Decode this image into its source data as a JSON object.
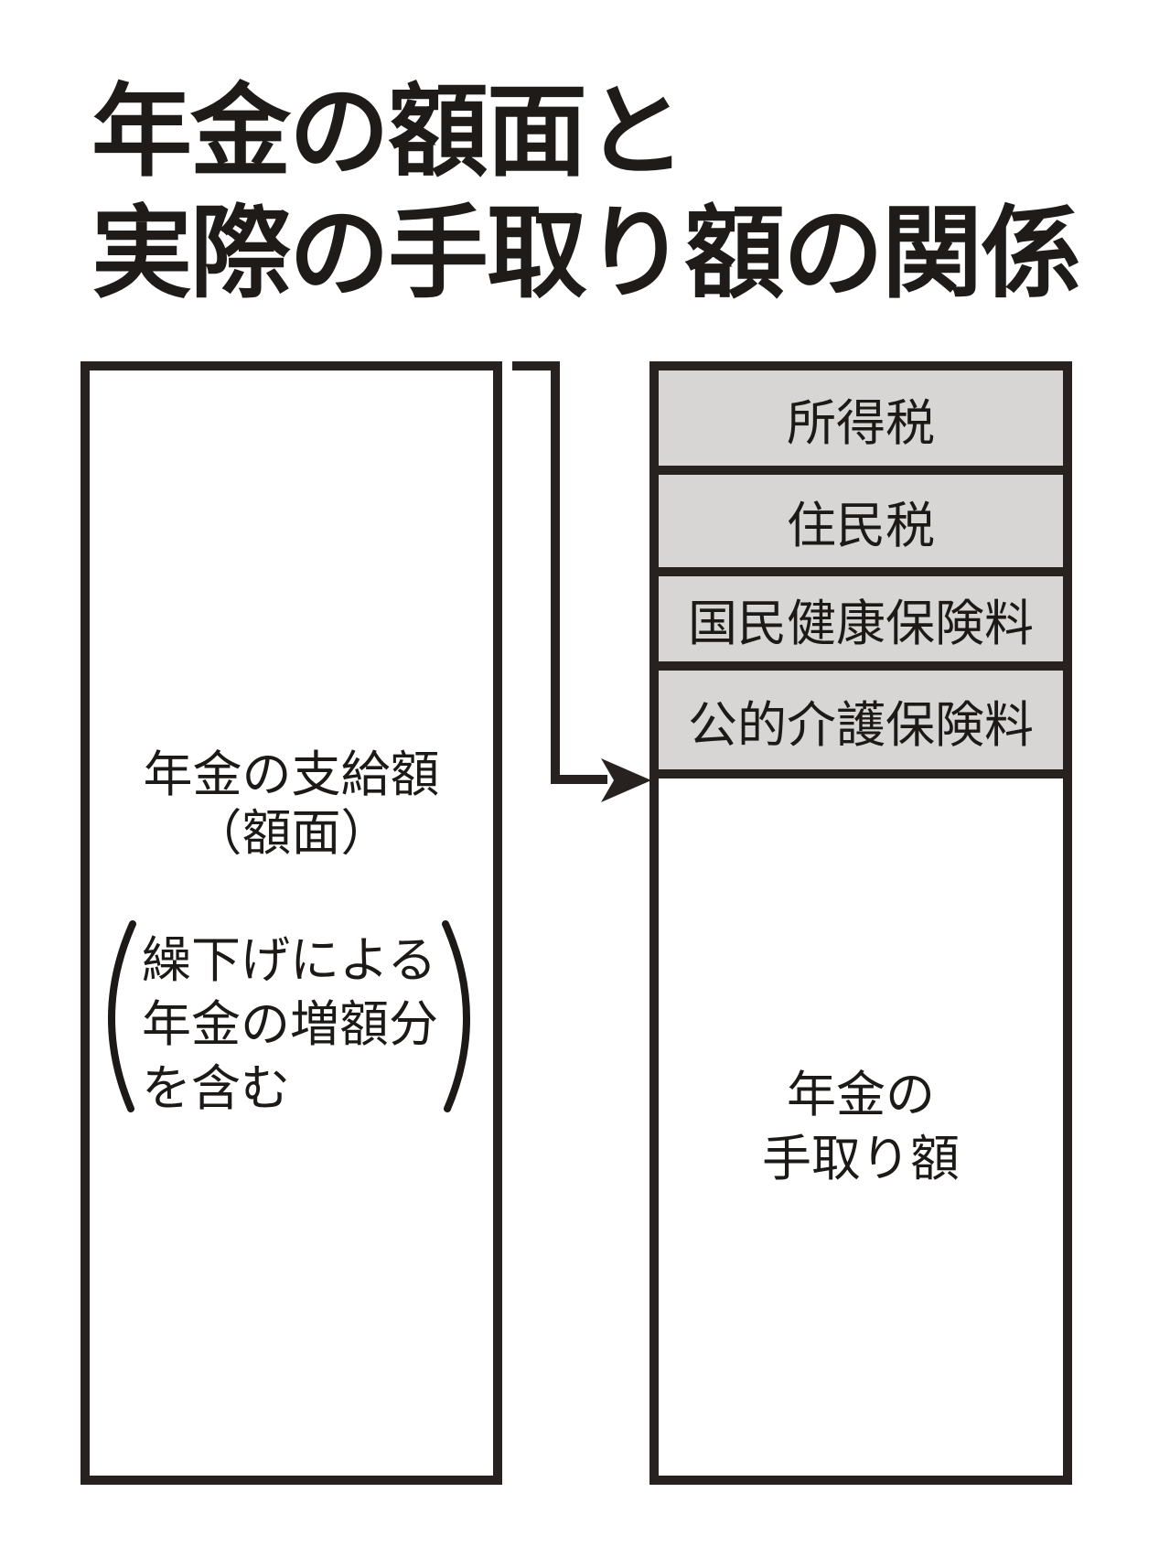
{
  "title": {
    "line1": "年金の額面と",
    "line2": "実際の手取り額の関係"
  },
  "left_box": {
    "label_line1": "年金の支給額",
    "label_line2": "（額面）",
    "note_lines": [
      "繰下げによる",
      "年金の増額分",
      "を含む"
    ]
  },
  "right_box": {
    "deductions": [
      {
        "label": "所得税"
      },
      {
        "label": "住民税"
      },
      {
        "label": "国民健康保険料"
      },
      {
        "label": "公的介護保険料"
      }
    ],
    "net_line1": "年金の",
    "net_line2": "手取り額"
  },
  "colors": {
    "background": "#ffffff",
    "line": "#272220",
    "deduction_fill": "#d8d6d4",
    "text": "#1c1916"
  }
}
